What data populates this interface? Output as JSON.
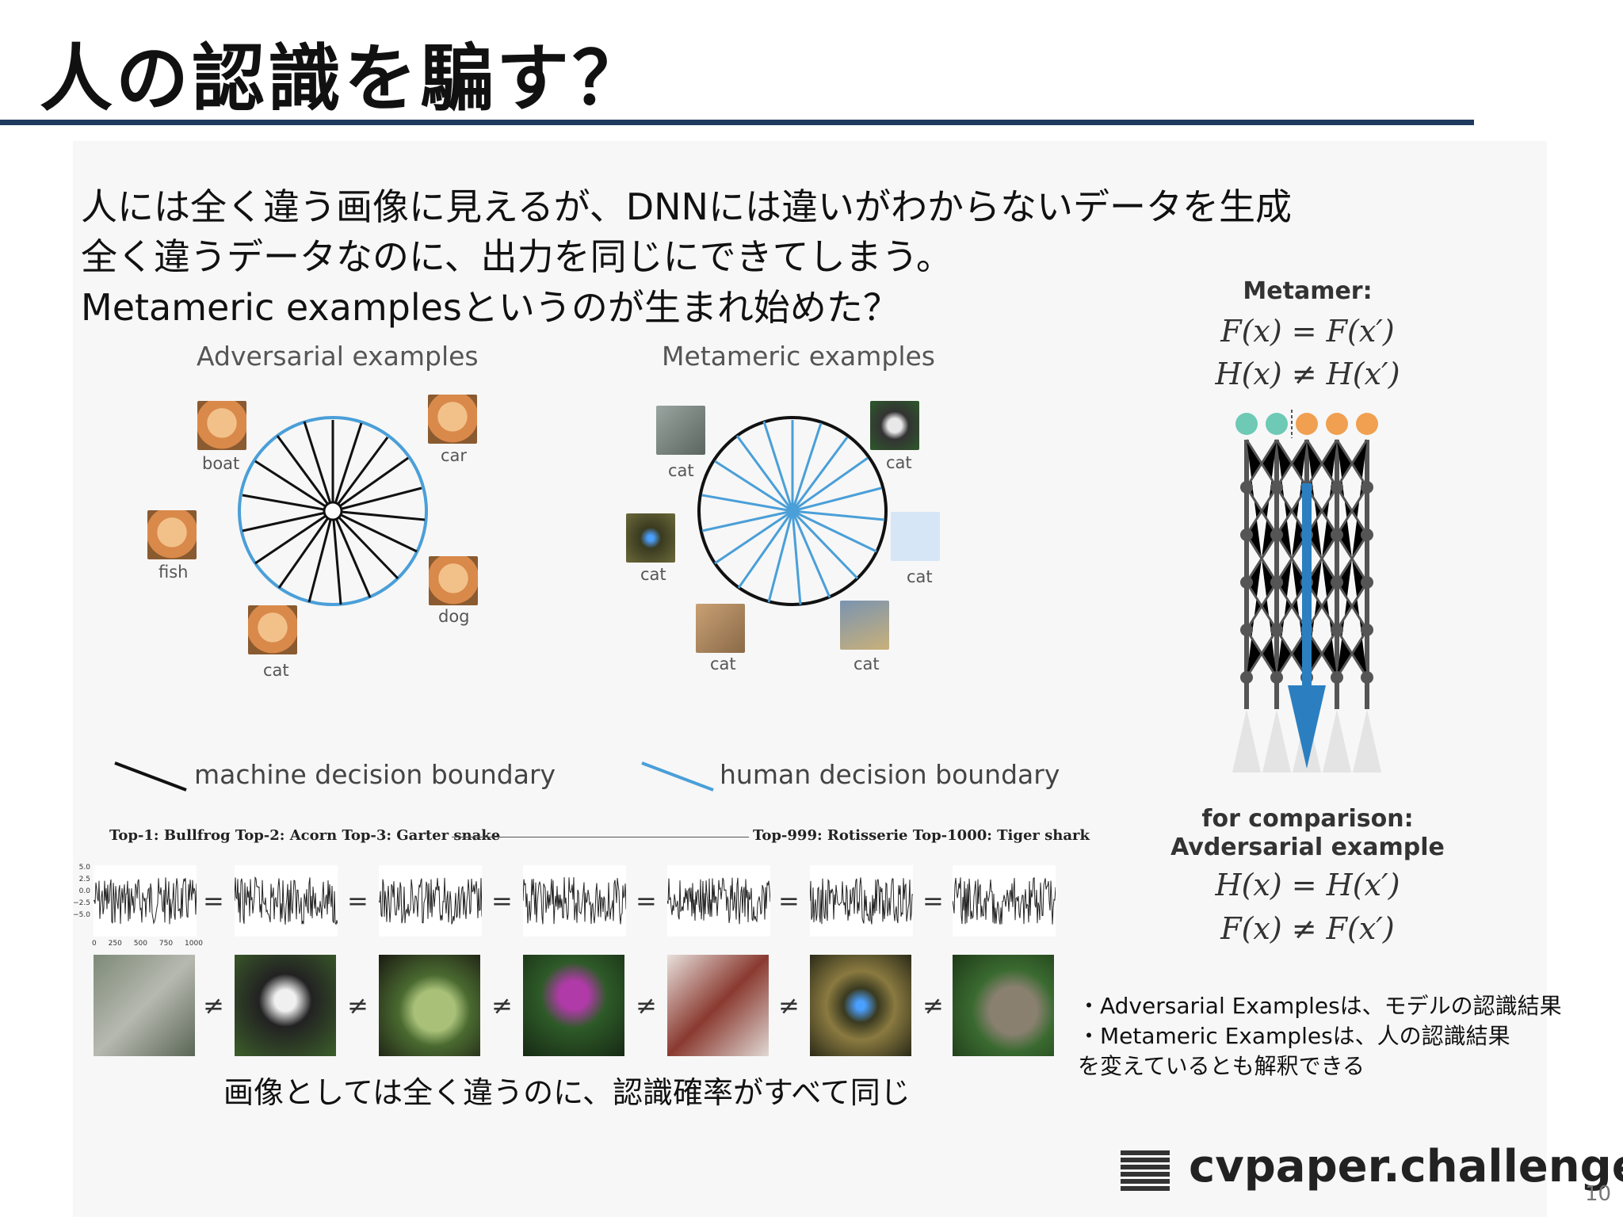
{
  "title": "人の認識を騙す？",
  "body_lines": [
    "人には全く違う画像に見えるが、DNNには違いがわからないデータを生成",
    "全く違うデータなのに、出力を同じにできてしまう。",
    "Metameric examplesというのが生まれ始めた？"
  ],
  "adversarial": {
    "title": "Adversarial examples",
    "labels": [
      "boat",
      "car",
      "fish",
      "dog",
      "cat"
    ]
  },
  "metameric": {
    "title": "Metameric examples",
    "labels": [
      "cat",
      "cat",
      "cat",
      "cat",
      "cat",
      "cat"
    ]
  },
  "legend": {
    "machine": "machine decision boundary",
    "human": "human decision boundary"
  },
  "metamer_panel": {
    "heading": "Metamer:",
    "eq1": "F(x) = F(x′)",
    "eq2": "H(x) ≠ H(x′)",
    "comparison_heading_1": "for comparison:",
    "comparison_heading_2": "Avdersarial example",
    "eq3": "H(x) = H(x′)",
    "eq4": "F(x) ≠ F(x′)"
  },
  "top_row_caption": {
    "left": "Top-1: Bullfrog  Top-2: Acorn  Top-3: Garter snake",
    "right": "Top-999: Rotisserie  Top-1000: Tiger shark"
  },
  "plot_ticks": {
    "y": [
      "5.0",
      "2.5",
      "0.0",
      "−2.5",
      "−5.0"
    ],
    "x": [
      "0",
      "250",
      "500",
      "750",
      "1000"
    ]
  },
  "operators": {
    "equal": "=",
    "not_equal": "≠"
  },
  "bottom_caption": "画像としては全く違うのに、認識確率がすべて同じ",
  "side_notes": [
    "・Adversarial Examplesは、モデルの認識結果",
    "・Metameric Examplesは、人の認識結果",
    "を変えているとも解釈できる"
  ],
  "logo_text": "cvpaper.challenge",
  "page_number": "10",
  "colors": {
    "rule": "#1f3a5f",
    "human_boundary": "#4a9fd8",
    "teal_node": "#6ec9b5",
    "orange_node": "#f0a050",
    "arrow": "#2b7fc1"
  }
}
